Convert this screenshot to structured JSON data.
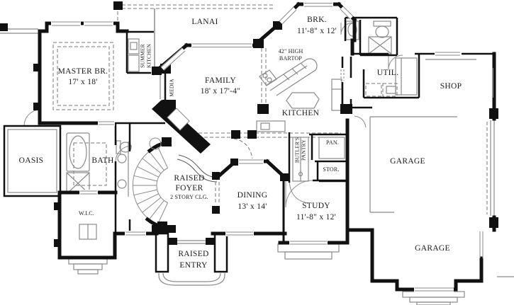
{
  "colors": {
    "wall": "#111111",
    "fixture": "#8a8a8a",
    "dashed_line": "#777777",
    "background": "#ffffff",
    "label_text": "#1a1a1a"
  },
  "labels": {
    "lanai": {
      "t": "LANAI"
    },
    "summer_kitchen": {
      "l1": "SUMMER",
      "l2": "KITCHEN"
    },
    "master": {
      "name": "MASTER BR.",
      "dims": "17' x 18'"
    },
    "media": {
      "t": "MEDIA"
    },
    "family": {
      "name": "FAMILY",
      "dims": "18' x 17'-4\""
    },
    "brk": {
      "name": "BRK.",
      "dims": "11'-8\" x 12'"
    },
    "bartop": {
      "l1": "42\" HIGH",
      "l2": "BARTOP"
    },
    "kitchen": {
      "t": "KITCHEN"
    },
    "util": {
      "t": "UTIL."
    },
    "shop": {
      "t": "SHOP"
    },
    "pan": {
      "t": "PAN."
    },
    "butlers_pantry": {
      "l1": "BUTLER'S",
      "l2": "PANTRY"
    },
    "stor": {
      "t": "STOR."
    },
    "oasis": {
      "t": "OASIS"
    },
    "bath": {
      "t": "BATH"
    },
    "wic": {
      "t": "W.I.C."
    },
    "raised_foyer": {
      "l1": "RAISED",
      "l2": "FOYER",
      "l3": "2 STORY CLG."
    },
    "dining": {
      "name": "DINING",
      "dims": "13' x 14'"
    },
    "study": {
      "name": "STUDY",
      "dims": "11'-8\" x 12'"
    },
    "raised_entry": {
      "l1": "RAISED",
      "l2": "ENTRY"
    },
    "garage_top": {
      "t": "GARAGE"
    },
    "garage_bottom": {
      "t": "GARAGE"
    }
  }
}
